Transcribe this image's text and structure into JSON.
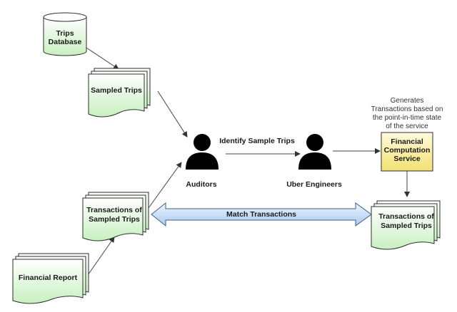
{
  "nodes": {
    "trips_database": {
      "lines": [
        "Trips",
        "Database"
      ]
    },
    "sampled_trips": {
      "lines": [
        "Sampled Trips"
      ]
    },
    "transactions_sampled_left": {
      "lines": [
        "Transactions of",
        "Sampled Trips"
      ]
    },
    "financial_report": {
      "lines": [
        "Financial Report"
      ]
    },
    "auditors": {
      "label": "Auditors"
    },
    "uber_engineers": {
      "label": "Uber Engineers"
    },
    "financial_computation_service": {
      "lines": [
        "Financial",
        "Computation",
        "Service"
      ]
    },
    "transactions_sampled_right": {
      "lines": [
        "Transactions of",
        "Sampled Trips"
      ]
    }
  },
  "annotations": {
    "generates_note": [
      "Generates",
      "Transactions based on",
      "the point-in-time state",
      "of the service"
    ]
  },
  "edges": {
    "identify_sample_trips": "Identify Sample Trips",
    "match_transactions": "Match Transactions"
  },
  "colors": {
    "doc_fill_top": "#ffffff",
    "doc_fill_bottom": "#c8f0c0",
    "db_fill_bottom": "#c8f0c0",
    "service_fill_top": "#fffbe0",
    "service_fill_bottom": "#f2e070",
    "arrow_fill_top": "#eef5ff",
    "arrow_fill_bottom": "#a9c9ef",
    "person": "#000000"
  },
  "icons": [
    "database-icon",
    "document-stack-icon",
    "person-icon",
    "double-arrow-icon"
  ]
}
